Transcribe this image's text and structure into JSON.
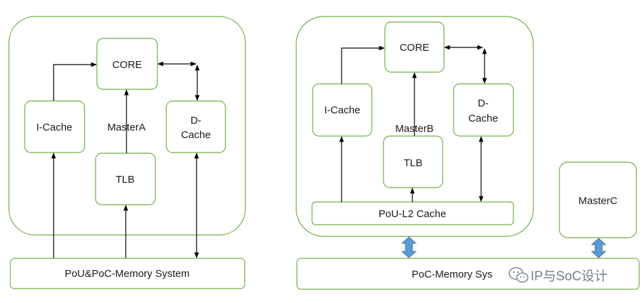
{
  "masterA": {
    "name": "MasterA",
    "core": "CORE",
    "icache": "I-Cache",
    "dcache_line1": "D-",
    "dcache_line2": "Cache",
    "tlb": "TLB",
    "memory": "PoU&PoC-Memory System"
  },
  "masterB": {
    "name": "MasterB",
    "core": "CORE",
    "icache": "I-Cache",
    "dcache_line1": "D-",
    "dcache_line2": "Cache",
    "tlb": "TLB",
    "l2": "PoU-L2 Cache"
  },
  "masterC": {
    "name": "MasterC"
  },
  "poc_memory": "PoC-Memory Sys",
  "watermark": "IP与SoC设计",
  "colors": {
    "box_stroke": "#70ad47",
    "bidir_arrow_fill": "#5b9bd5",
    "bidir_arrow_stroke": "#41719c"
  }
}
